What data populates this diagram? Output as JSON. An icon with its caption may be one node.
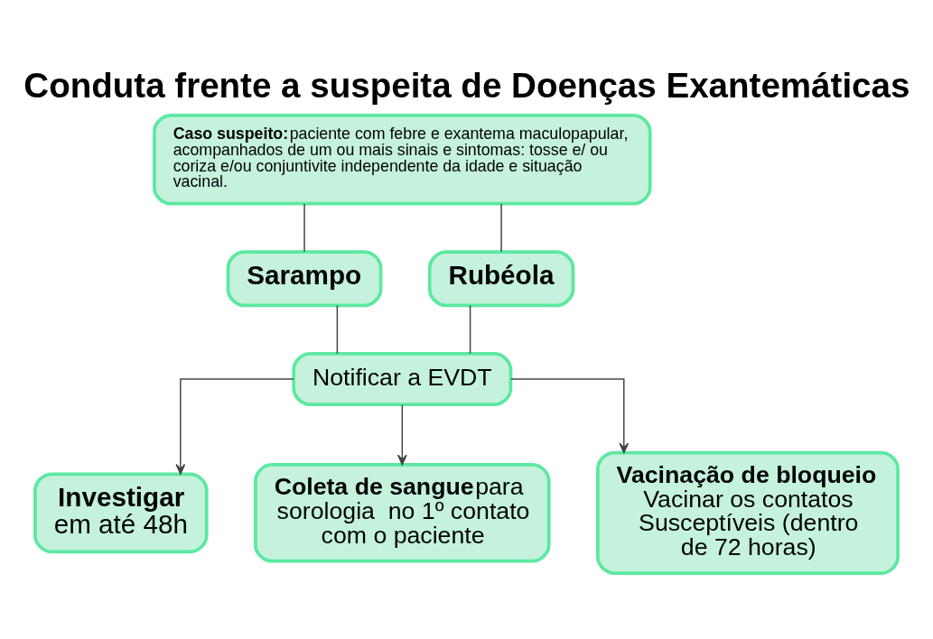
{
  "diagram": {
    "title": "Conduta frente a suspeita de Doenças Exantemáticas",
    "nodes": [
      {
        "text": [
          "Caso suspeito:",
          "paciente com febre e exantema maculopapular, acompanhados de um ou mais sinais e sintomas: tosse e/ ou coriza e/ou conjuntivite independente da idade e situação vacinal."
        ]
      },
      {
        "text": [
          "Sarampo"
        ]
      },
      {
        "text": [
          "Rubéola"
        ]
      },
      {
        "text": [
          "Notificar a EVDT"
        ]
      },
      {
        "text": [
          "Investigar",
          "em até 48h"
        ]
      },
      {
        "text": [
          "Coleta de sangue",
          "para sorologia  no 1º contato com o paciente"
        ]
      },
      {
        "text": [
          "Vacinação de bloqueio",
          "Vacinar os contatos Susceptíveis (dentro de 72 horas)"
        ]
      }
    ],
    "edges": [
      {
        "from": 0,
        "to": 1,
        "arrow": "none"
      },
      {
        "from": 0,
        "to": 2,
        "arrow": "none"
      },
      {
        "from": 1,
        "to": 3,
        "arrow": "none"
      },
      {
        "from": 2,
        "to": 3,
        "arrow": "none"
      },
      {
        "from": 3,
        "to": 4,
        "arrow": "to"
      },
      {
        "from": 3,
        "to": 5,
        "arrow": "to"
      },
      {
        "from": 3,
        "to": 6,
        "arrow": "to"
      }
    ]
  }
}
